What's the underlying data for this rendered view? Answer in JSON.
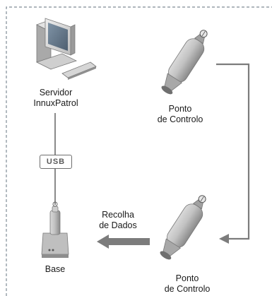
{
  "diagram": {
    "server_label": "Servidor\nInnuxPatrol",
    "connection_label": "USB",
    "checkpoint_top_label": "Ponto\nde Controlo",
    "checkpoint_bottom_label": "Ponto\nde Controlo",
    "collect_label": "Recolha\nde Dados",
    "base_label": "Base"
  },
  "colors": {
    "page_bg": "#c9d4dd",
    "panel_bg": "#ffffff",
    "dashed_border": "#7f8b95",
    "arrow": "#7c7c7c",
    "device_body": "#b8b8b8"
  },
  "icons": [
    "computer-icon",
    "checkpoint-device-icon",
    "base-station-icon"
  ]
}
